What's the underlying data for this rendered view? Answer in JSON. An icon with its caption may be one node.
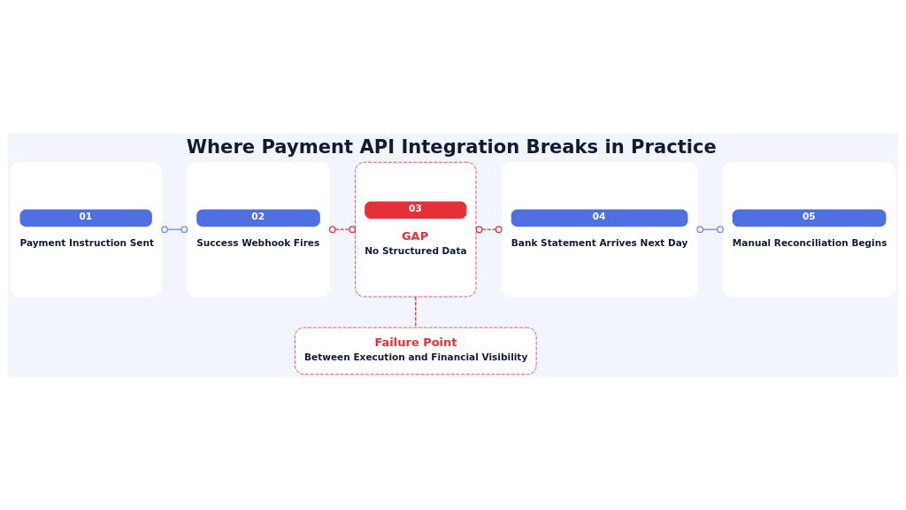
{
  "diagram": {
    "title": "Where Payment API Integration Breaks in Practice",
    "nodes": [
      {
        "text": [
          "01",
          "Payment Instruction Sent"
        ]
      },
      {
        "text": [
          "02",
          "Success Webhook Fires"
        ]
      },
      {
        "text": [
          "03",
          "GAP",
          "No Structured Data"
        ]
      },
      {
        "text": [
          "04",
          "Bank Statement Arrives Next Day"
        ]
      },
      {
        "text": [
          "05",
          "Manual Reconciliation Begins"
        ]
      },
      {
        "text": [
          "Failure Point",
          "Between Execution and Financial Visibility"
        ]
      }
    ],
    "edges": [
      {
        "from": 0,
        "to": 1,
        "arrow": "other",
        "color": "#6b8cef"
      },
      {
        "from": 1,
        "to": 2,
        "arrow": "other",
        "style": "dashed",
        "color": "#e5303a"
      },
      {
        "from": 2,
        "to": 3,
        "arrow": "other",
        "style": "dashed",
        "color": "#e5303a"
      },
      {
        "from": 3,
        "to": 4,
        "arrow": "other",
        "color": "#6b8cef"
      },
      {
        "from": 2,
        "to": 5,
        "arrow": "none",
        "style": "dashed",
        "color": "#e5303a"
      }
    ]
  }
}
